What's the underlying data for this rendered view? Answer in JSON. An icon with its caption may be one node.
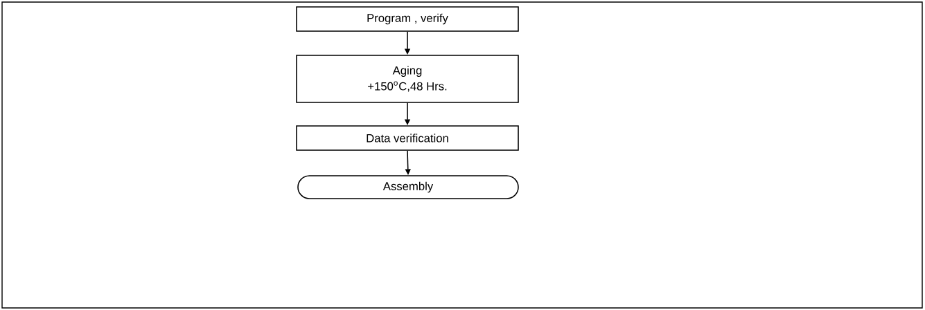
{
  "diagram": {
    "nodes": [
      {
        "text": [
          "Program , verify"
        ]
      },
      {
        "text": [
          "Aging",
          "+150$^{o}$C,48 Hrs."
        ]
      },
      {
        "text": [
          "Data verification"
        ]
      },
      {
        "text": [
          "Assembly"
        ]
      }
    ],
    "edges": [
      {
        "from": 0,
        "to": 1,
        "arrow": "to"
      },
      {
        "from": 1,
        "to": 2,
        "arrow": "to"
      },
      {
        "from": 2,
        "to": 3,
        "arrow": "to"
      }
    ]
  }
}
